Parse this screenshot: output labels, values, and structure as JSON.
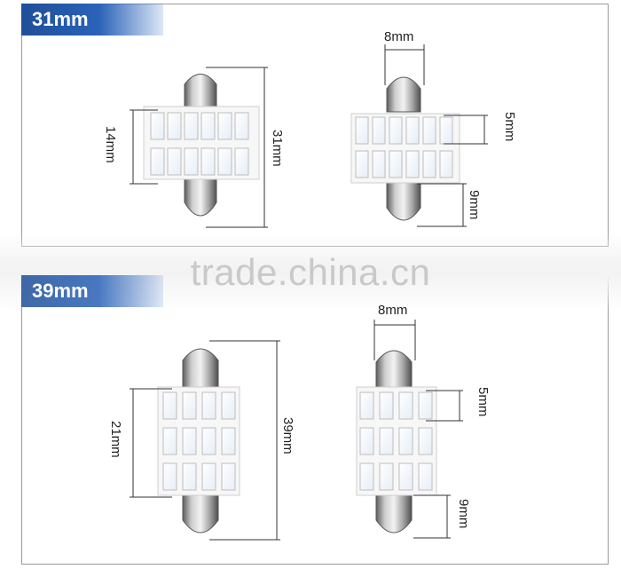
{
  "sections": [
    {
      "badge": "31mm"
    },
    {
      "badge": "39mm"
    }
  ],
  "watermark": "trade.china.cn",
  "labels": {
    "top_left_width": "14mm",
    "top_left_length": "31mm",
    "top_right_width": "8mm",
    "top_right_smd": "5mm",
    "top_right_cap": "9mm",
    "bot_left_width": "21mm",
    "bot_left_length": "39mm",
    "bot_right_width": "8mm",
    "bot_right_smd": "5mm",
    "bot_right_cap": "9mm"
  },
  "colors": {
    "badge_blue": "#1f4f99",
    "led": "#f4f8ff",
    "metal": "#8c8c8c"
  }
}
